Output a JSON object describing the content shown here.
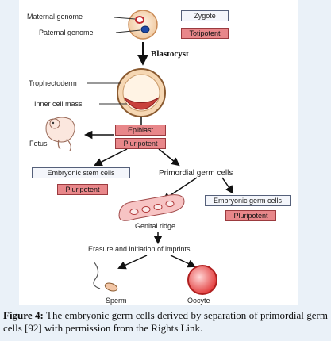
{
  "labels": {
    "maternal": "Maternal genome",
    "paternal": "Paternal genome",
    "zygote": "Zygote",
    "totipotent": "Totipotent",
    "blastocyst": "Blastocyst",
    "trophectoderm": "Trophectoderm",
    "inner_cell_mass": "Inner cell mass",
    "fetus": "Fetus",
    "epiblast": "Epiblast",
    "pluripotent_center": "Pluripotent",
    "embryonic_stem_cells": "Embryonic stem cells",
    "pluripotent_left": "Pluripotent",
    "primordial_germ_cells": "Primordial germ cells",
    "embryonic_germ_cells": "Embryonic germ cells",
    "pluripotent_right": "Pluripotent",
    "genital_ridge": "Genital ridge",
    "erasure": "Erasure and initiation of imprints",
    "sperm": "Sperm",
    "oocyte": "Oocyte"
  },
  "caption": {
    "figure_label": "Figure 4:",
    "text": " The embryonic germ cells derived by separation of primordial germ cells [92] with permission from the Rights Link."
  }
}
